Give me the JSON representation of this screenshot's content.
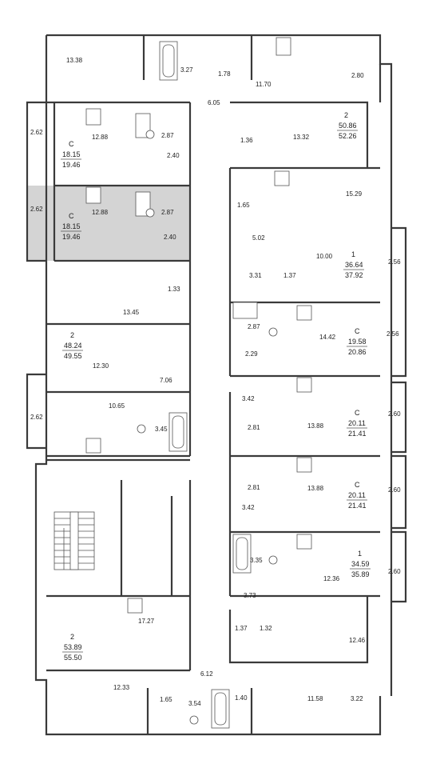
{
  "colors": {
    "wall": "#3a3a3a",
    "highlight": "#d4d4d4",
    "line": "#555555"
  },
  "rooms": [
    {
      "text": "13.38"
    },
    {
      "text": "3.27"
    },
    {
      "text": "1.78"
    },
    {
      "text": "11.70"
    },
    {
      "text": "2.80"
    },
    {
      "text": "6.05"
    },
    {
      "text": "2.62"
    },
    {
      "text": "12.88"
    },
    {
      "text": "2.87"
    },
    {
      "text": "2.40"
    },
    {
      "text": "1.36"
    },
    {
      "text": "13.32"
    },
    {
      "text": "2.62"
    },
    {
      "text": "12.88"
    },
    {
      "text": "2.87"
    },
    {
      "text": "2.40"
    },
    {
      "text": "1.65"
    },
    {
      "text": "15.29"
    },
    {
      "text": "5.02"
    },
    {
      "text": "3.31"
    },
    {
      "text": "1.37"
    },
    {
      "text": "10.00"
    },
    {
      "text": "2.56"
    },
    {
      "text": "1.33"
    },
    {
      "text": "13.45"
    },
    {
      "text": "2.87"
    },
    {
      "text": "14.42"
    },
    {
      "text": "2.56"
    },
    {
      "text": "2.29"
    },
    {
      "text": "12.30"
    },
    {
      "text": "7.06"
    },
    {
      "text": "3.42"
    },
    {
      "text": "10.65"
    },
    {
      "text": "3.45"
    },
    {
      "text": "2.62"
    },
    {
      "text": "2.81"
    },
    {
      "text": "13.88"
    },
    {
      "text": "2.60"
    },
    {
      "text": "2.81"
    },
    {
      "text": "13.88"
    },
    {
      "text": "2.60"
    },
    {
      "text": "3.42"
    },
    {
      "text": "3.35"
    },
    {
      "text": "12.36"
    },
    {
      "text": "2.60"
    },
    {
      "text": "3.73"
    },
    {
      "text": "17.27"
    },
    {
      "text": "1.37"
    },
    {
      "text": "1.32"
    },
    {
      "text": "12.46"
    },
    {
      "text": "6.12"
    },
    {
      "text": "12.33"
    },
    {
      "text": "1.65"
    },
    {
      "text": "3.54"
    },
    {
      "text": "1.40"
    },
    {
      "text": "11.58"
    },
    {
      "text": "3.22"
    }
  ],
  "apartments": [
    {
      "type": "2",
      "living": "50.86",
      "total": "52.26"
    },
    {
      "type": "C",
      "living": "18.15",
      "total": "19.46"
    },
    {
      "type": "C",
      "living": "18.15",
      "total": "19.46"
    },
    {
      "type": "1",
      "living": "36.64",
      "total": "37.92"
    },
    {
      "type": "C",
      "living": "19.58",
      "total": "20.86"
    },
    {
      "type": "2",
      "living": "48.24",
      "total": "49.55"
    },
    {
      "type": "C",
      "living": "20.11",
      "total": "21.41"
    },
    {
      "type": "C",
      "living": "20.11",
      "total": "21.41"
    },
    {
      "type": "1",
      "living": "34.59",
      "total": "35.89"
    },
    {
      "type": "2",
      "living": "53.89",
      "total": "55.50"
    }
  ]
}
